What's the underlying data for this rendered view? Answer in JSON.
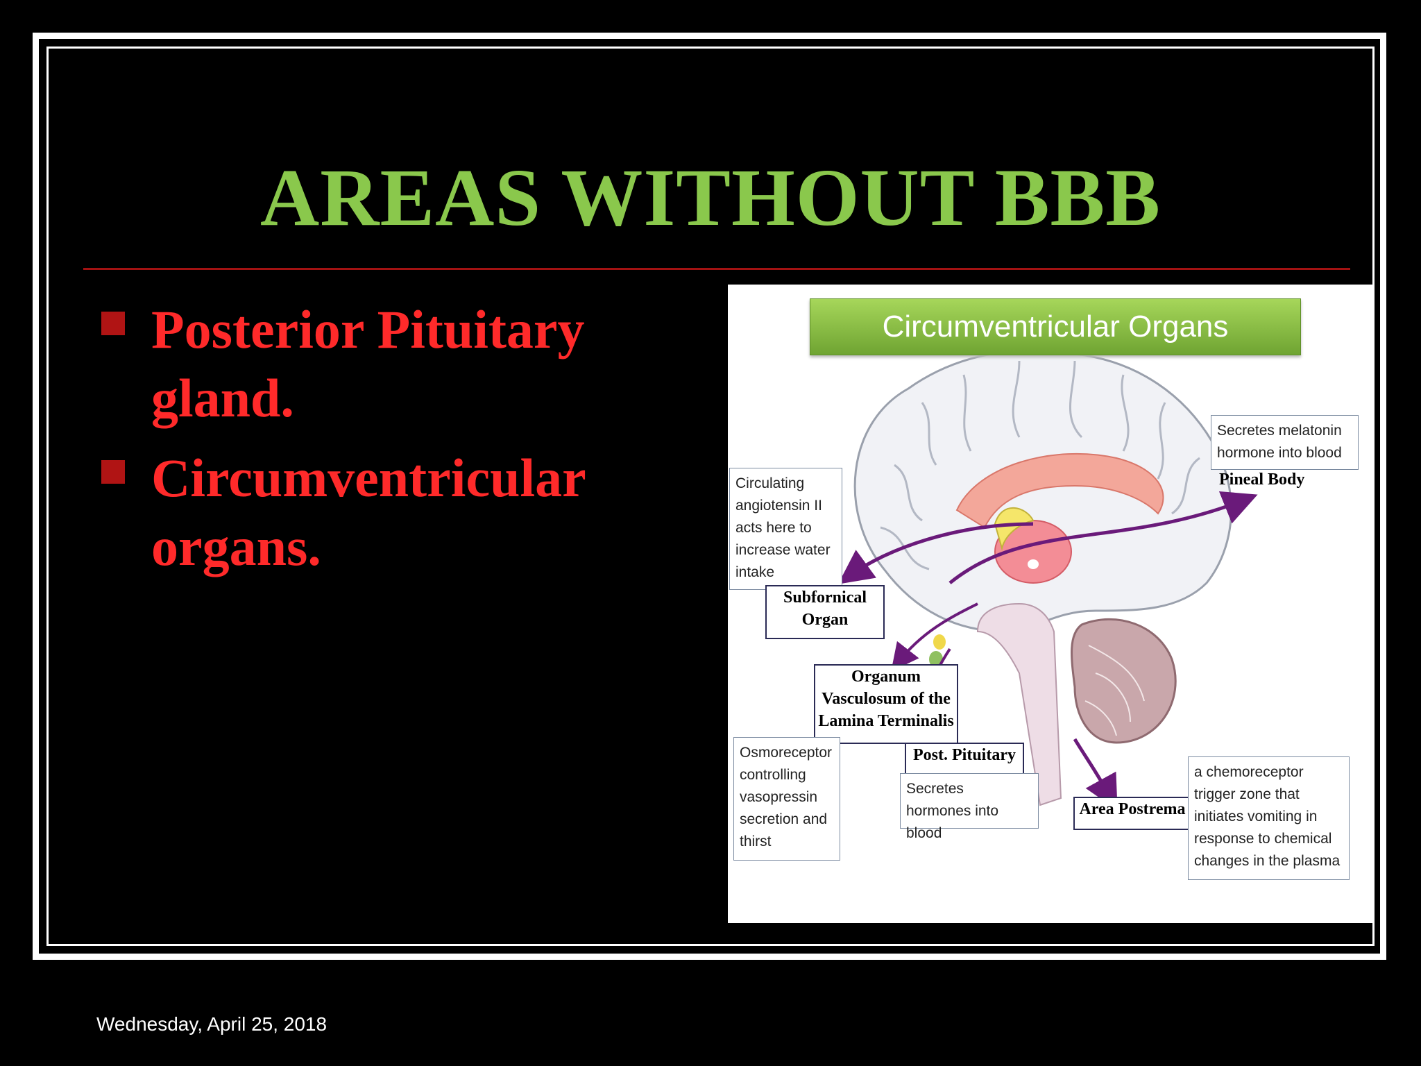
{
  "slide": {
    "title": "AREAS WITHOUT BBB",
    "bullets": [
      "Posterior Pituitary gland.",
      "Circumventricular organs."
    ],
    "date": "Wednesday, April 25, 2018"
  },
  "figure": {
    "banner": "Circumventricular Organs",
    "desc_pineal": "Secretes melatonin hormone into blood",
    "label_pineal": "Pineal Body",
    "desc_subfornical": "Circulating angiotensin II acts here to increase water intake",
    "label_subfornical": "Subfornical Organ",
    "label_ovlt": "Organum Vasculosum of the Lamina Terminalis",
    "desc_ovlt": "Osmoreceptor controlling vasopressin secretion and thirst",
    "label_pituitary": "Post. Pituitary",
    "desc_pituitary": "Secretes hormones into blood",
    "label_postrema": "Area Postrema",
    "desc_postrema": "a chemoreceptor trigger zone that initiates vomiting in response to chemical changes in the plasma"
  },
  "colors": {
    "title": "#8ac84c",
    "bullet_text": "#ff2a2a",
    "bullet_marker": "#b01414",
    "rule": "#a31212",
    "arrow": "#6a1a7a"
  }
}
